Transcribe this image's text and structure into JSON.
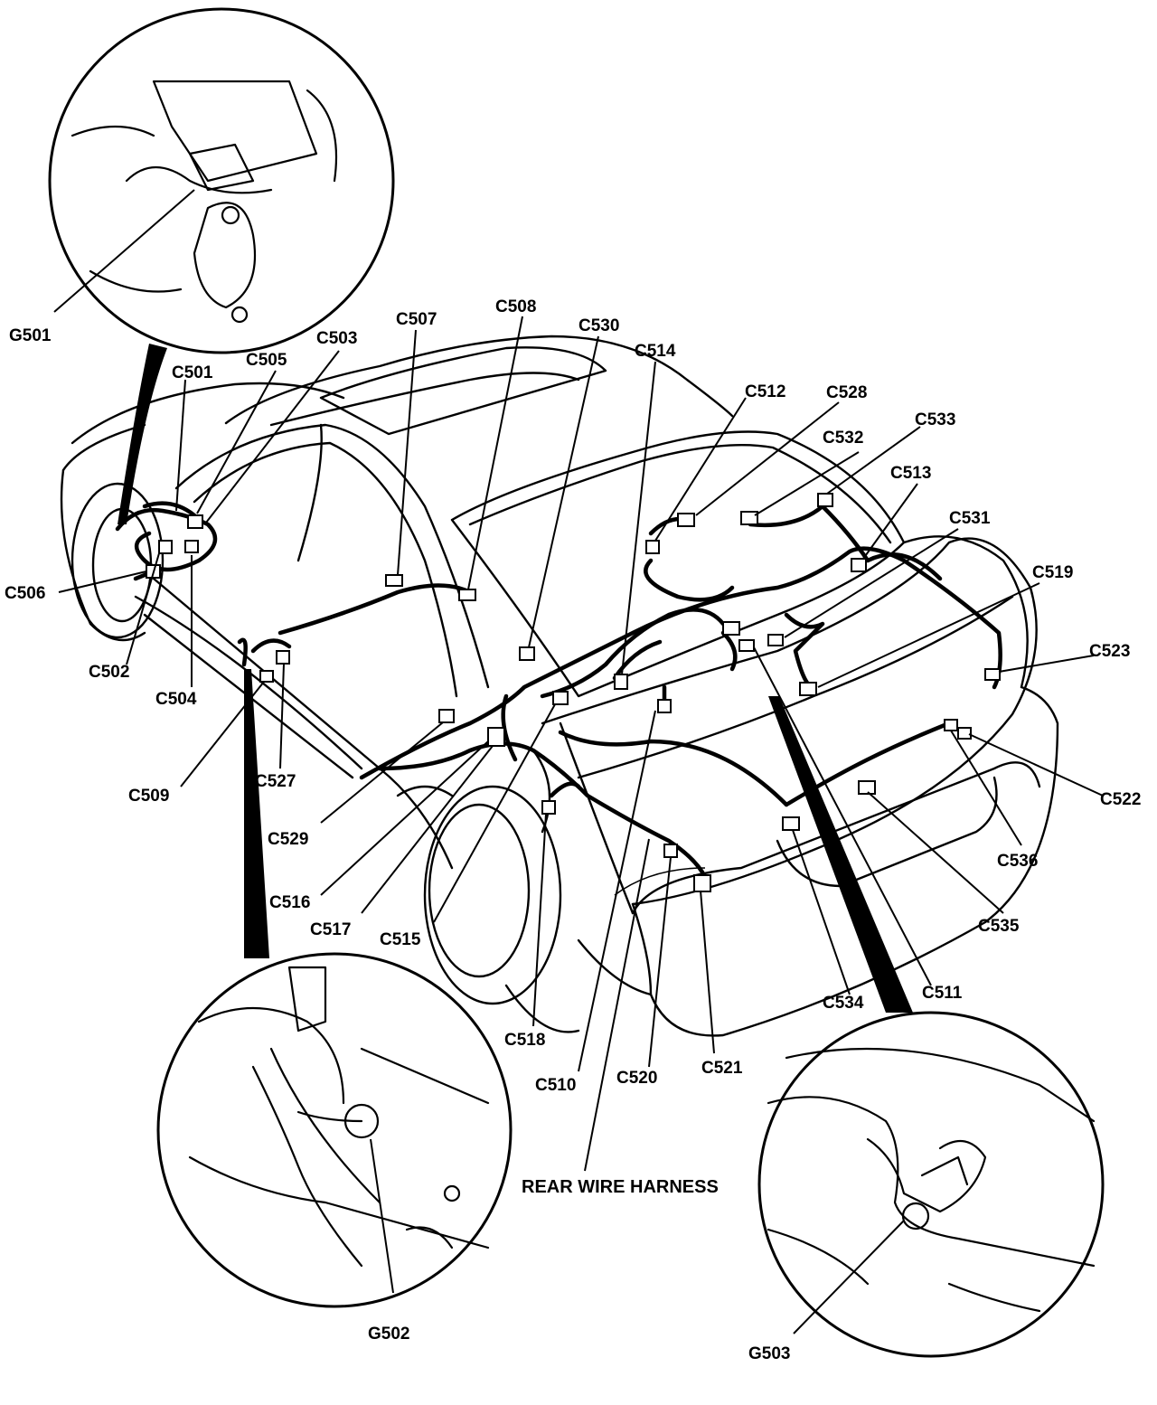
{
  "labels": {
    "g501": "G501",
    "g502": "G502",
    "g503": "G503",
    "c501": "C501",
    "c502": "C502",
    "c503": "C503",
    "c504": "C504",
    "c505": "C505",
    "c506": "C506",
    "c507": "C507",
    "c508": "C508",
    "c509": "C509",
    "c510": "C510",
    "c511": "C511",
    "c512": "C512",
    "c513": "C513",
    "c514": "C514",
    "c515": "C515",
    "c516": "C516",
    "c517": "C517",
    "c518": "C518",
    "c519": "C519",
    "c520": "C520",
    "c521": "C521",
    "c522": "C522",
    "c523": "C523",
    "c527": "C527",
    "c528": "C528",
    "c529": "C529",
    "c530": "C530",
    "c531": "C531",
    "c532": "C532",
    "c533": "C533",
    "c534": "C534",
    "c535": "C535",
    "c536": "C536",
    "rear_harness": "REAR WIRE HARNESS"
  }
}
